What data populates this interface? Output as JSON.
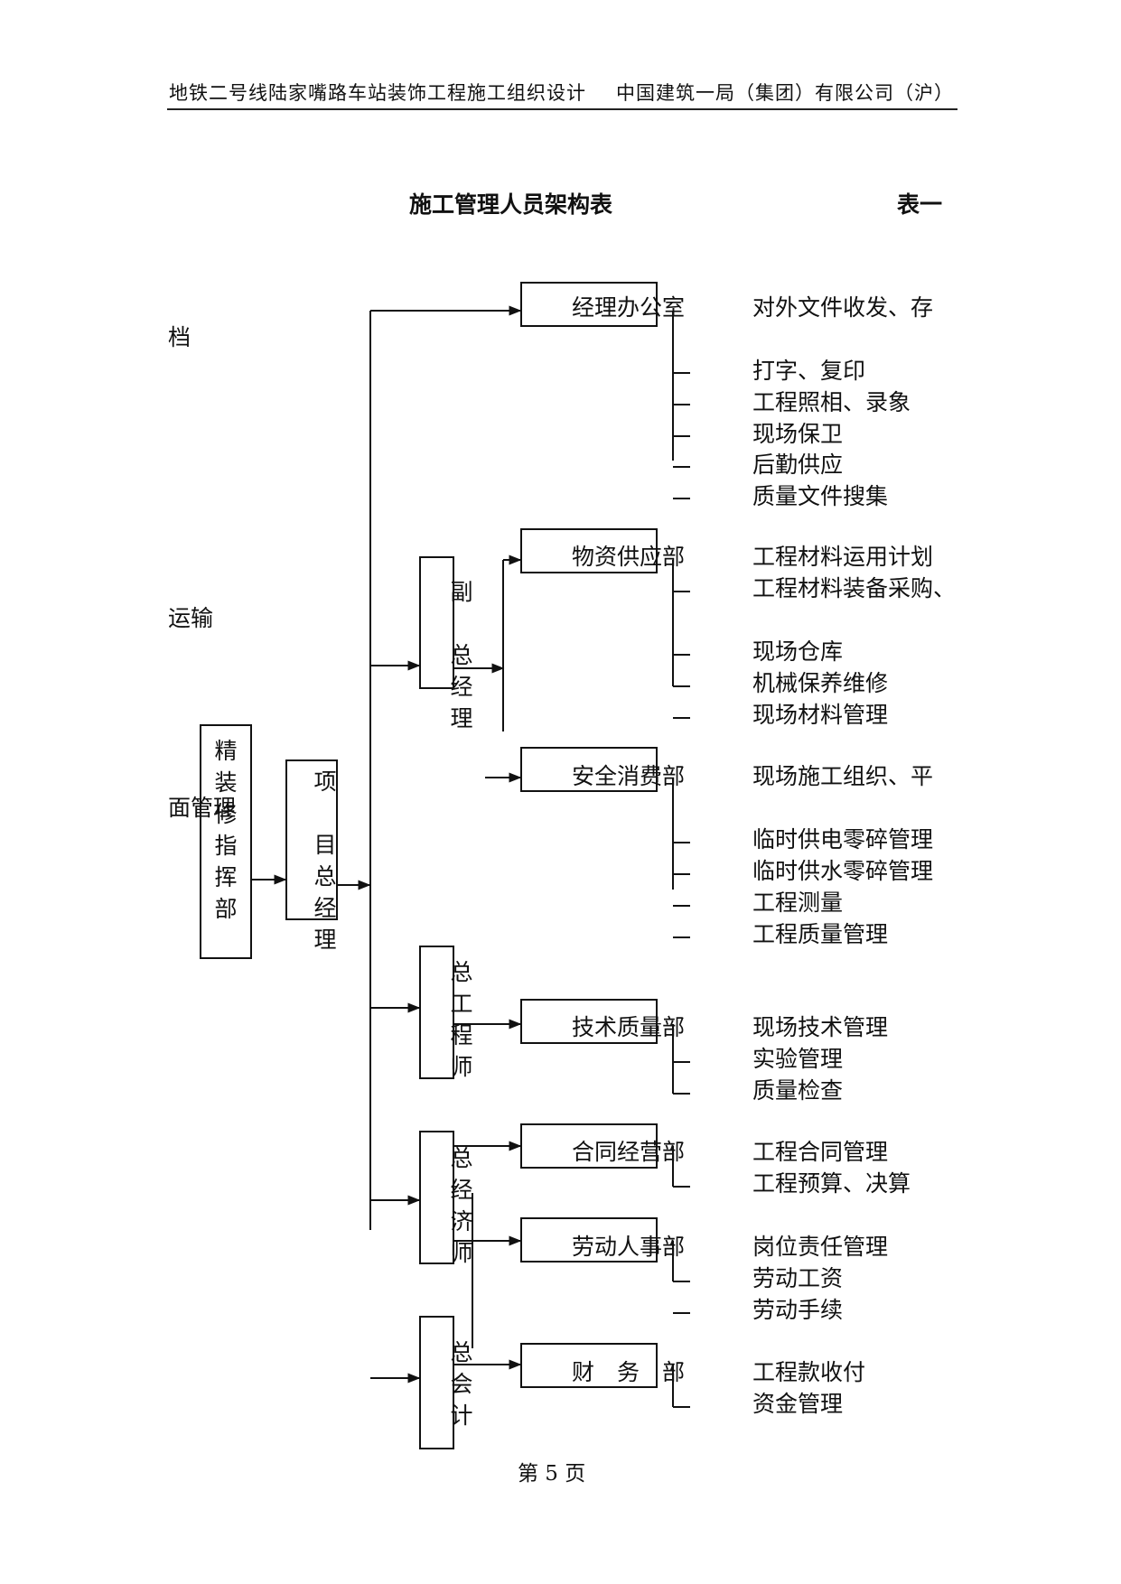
{
  "header": {
    "left": "地铁二号线陆家嘴路车站装饰工程施工组织设计",
    "right": "中国建筑一局（集团）有限公司（沪）"
  },
  "title": "施工管理人员架构表",
  "table_no": "表一",
  "command": [
    "精",
    "装",
    "修",
    "指",
    "挥",
    "部"
  ],
  "overflow_fragment": "面管理",
  "pm": [
    "项",
    "目",
    "总",
    "经",
    "理"
  ],
  "roles": {
    "deputy": [
      "副",
      "总",
      "经",
      "理"
    ],
    "chief_engineer": [
      "总",
      "工",
      "程",
      "师"
    ],
    "chief_economist": [
      "总",
      "经",
      "济",
      "师"
    ],
    "chief_accountant": [
      "总",
      "会",
      "计"
    ]
  },
  "departments": {
    "office": "经理办公室",
    "supply": "物资供应部",
    "safety": "安全消费部",
    "tech": "技术质量部",
    "contract": "合同经营部",
    "labor": "劳动人事部",
    "finance": "财　务　部"
  },
  "duties": {
    "office": [
      "对外文件收发、存",
      "打字、复印",
      "工程照相、录象",
      "现场保卫",
      "后勤供应",
      "质量文件搜集"
    ],
    "office_wrap": "档",
    "supply": [
      "工程材料运用计划",
      "工程材料装备采购、",
      "现场仓库",
      "机械保养维修",
      "现场材料管理"
    ],
    "supply_wrap": "运输",
    "safety": [
      "现场施工组织、平",
      "临时供电零碎管理",
      "临时供水零碎管理",
      "工程测量",
      "工程质量管理"
    ],
    "tech": [
      "现场技术管理",
      "实验管理",
      "质量检查"
    ],
    "contract": [
      "工程合同管理",
      "工程预算、决算"
    ],
    "labor": [
      "岗位责任管理",
      "劳动工资",
      "劳动手续"
    ],
    "finance": [
      "工程款收付",
      "资金管理"
    ]
  },
  "footer": "第 5 页"
}
